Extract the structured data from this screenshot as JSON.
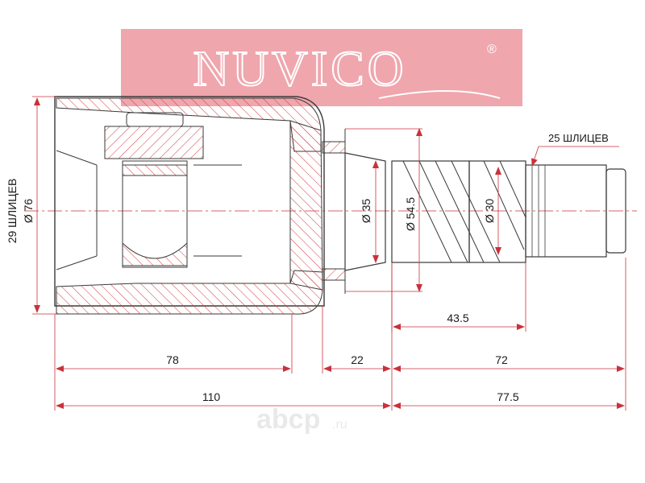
{
  "brand": {
    "logo_text": "NUVICO",
    "registered_mark": "®",
    "colors": {
      "banner": "#ee9ea6",
      "banner_text": "#ffffff"
    }
  },
  "drawing": {
    "colors": {
      "outline": "#3a3a3a",
      "hatch": "#d23a3a",
      "dimension": "#c8323c",
      "text": "#1a1a1a"
    },
    "left_spline_note": "29 ШЛИЦЕВ",
    "left_diameter": "Ø 76",
    "right_spline_note": "25 ШЛИЦЕВ",
    "diameter_35": "Ø 35",
    "diameter_54_5": "Ø 54.5",
    "diameter_30": "Ø 30",
    "dim_43_5": "43.5",
    "dim_78": "78",
    "dim_22": "22",
    "dim_72": "72",
    "dim_110": "110",
    "dim_77_5": "77.5"
  },
  "watermark": {
    "text": "аbcp",
    "suffix": ".ru"
  }
}
